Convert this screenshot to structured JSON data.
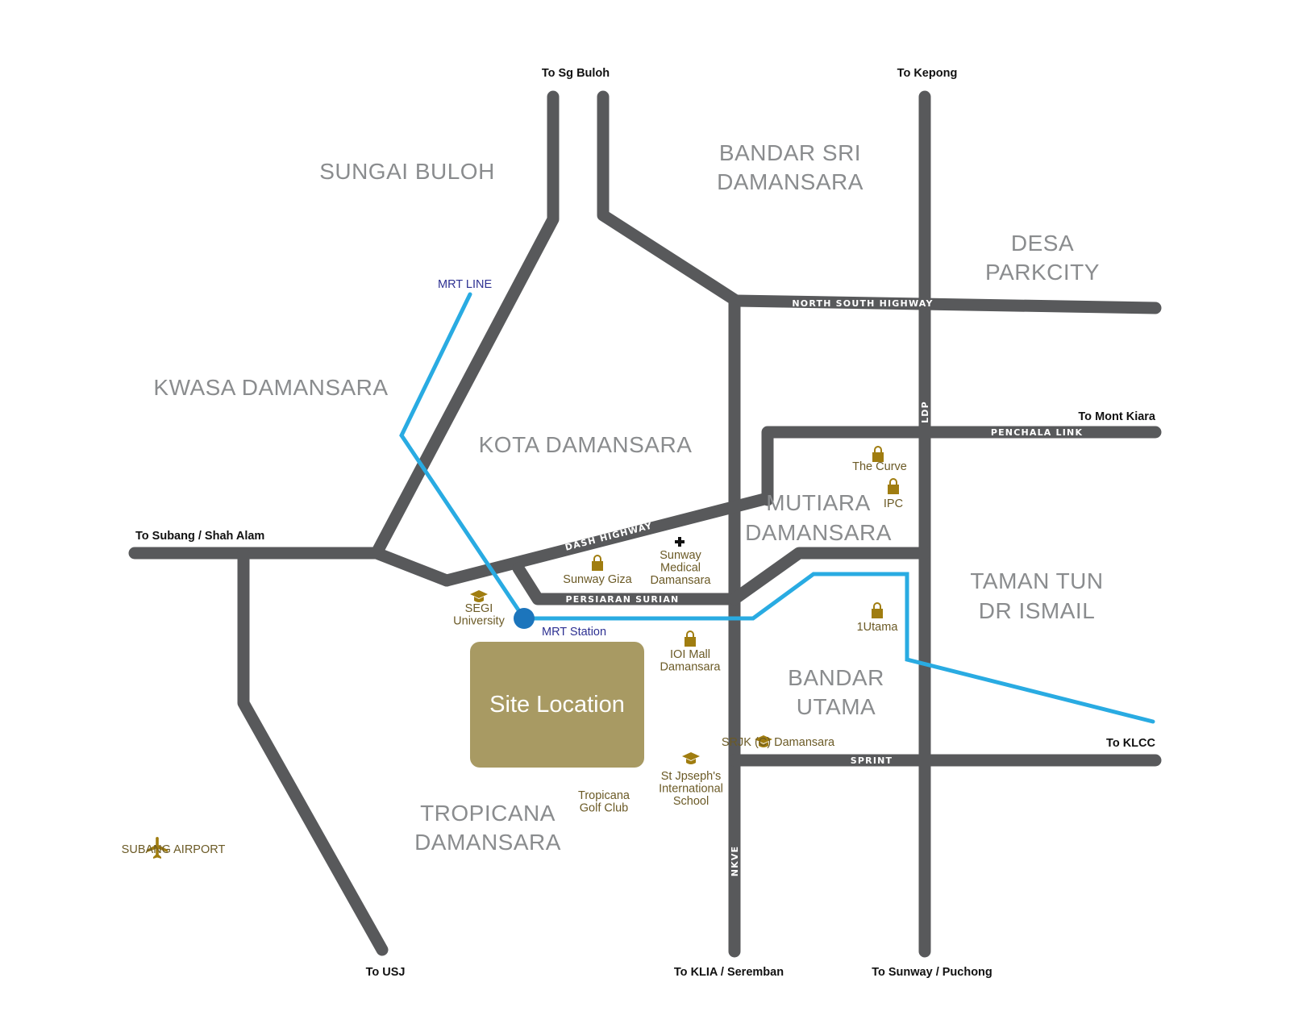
{
  "areas": {
    "sungai_buloh": [
      "SUNGAI BULOH"
    ],
    "bandar_sri_damansara": [
      "BANDAR SRI",
      "DAMANSARA"
    ],
    "desa_parkcity": [
      "DESA",
      "PARKCITY"
    ],
    "kwasa_damansara": [
      "KWASA DAMANSARA"
    ],
    "kota_damansara": [
      "KOTA DAMANSARA"
    ],
    "mutiara_damansara": [
      "MUTIARA",
      "DAMANSARA"
    ],
    "taman_tun_dr_ismail": [
      "TAMAN TUN",
      "DR ISMAIL"
    ],
    "bandar_utama": [
      "BANDAR",
      "UTAMA"
    ],
    "tropicana_damansara": [
      "TROPICANA",
      "DAMANSARA"
    ]
  },
  "directions": {
    "sg_buloh": "To Sg Buloh",
    "kepong": "To Kepong",
    "mont_kiara": "To Mont Kiara",
    "subang_shah_alam": "To Subang / Shah Alam",
    "klcc": "To KLCC",
    "usj": "To USJ",
    "klia_seremban": "To KLIA / Seremban",
    "sunway_puchong": "To Sunway / Puchong"
  },
  "road_names": {
    "north_south_highway": "NORTH SOUTH HIGHWAY",
    "ldp": "LDP",
    "penchala_link": "PENCHALA LINK",
    "dash_highway": "DASH HIGHWAY",
    "persiaran_surian": "PERSIARAN SURIAN",
    "sprint": "SPRINT",
    "nkve": "NKVE"
  },
  "mrt": {
    "line_label": "MRT LINE",
    "station_label": "MRT Station"
  },
  "site": {
    "label": "Site Location",
    "color": "#a89a63"
  },
  "pois": {
    "the_curve": [
      "The Curve"
    ],
    "ipc": [
      "IPC"
    ],
    "sunway_medical": [
      "Sunway",
      "Medical",
      "Damansara"
    ],
    "sunway_giza": [
      "Sunway Giza"
    ],
    "segi_university": [
      "SEGI",
      "University"
    ],
    "one_utama": [
      "1Utama"
    ],
    "ioi_mall": [
      "IOI Mall",
      "Damansara"
    ],
    "srjk_damansara": [
      "SRJK (C) Damansara"
    ],
    "st_josephs": [
      "St Jpseph's",
      "International",
      "School"
    ],
    "tropicana_golf": [
      "Tropicana",
      "Golf Club"
    ],
    "subang_airport": [
      "SUBANG AIRPORT"
    ]
  },
  "icons": {
    "shopping": "shopping-bag-icon",
    "school": "graduation-cap-icon",
    "hospital": "medical-cross-icon",
    "airport": "airplane-icon"
  },
  "colors": {
    "road": "#58595b",
    "mrt_line": "#29abe2",
    "mrt_station": "#1c75bc",
    "area_text": "#8a8c8e",
    "poi_text": "#6b5a26",
    "icon": "#a07d10"
  }
}
